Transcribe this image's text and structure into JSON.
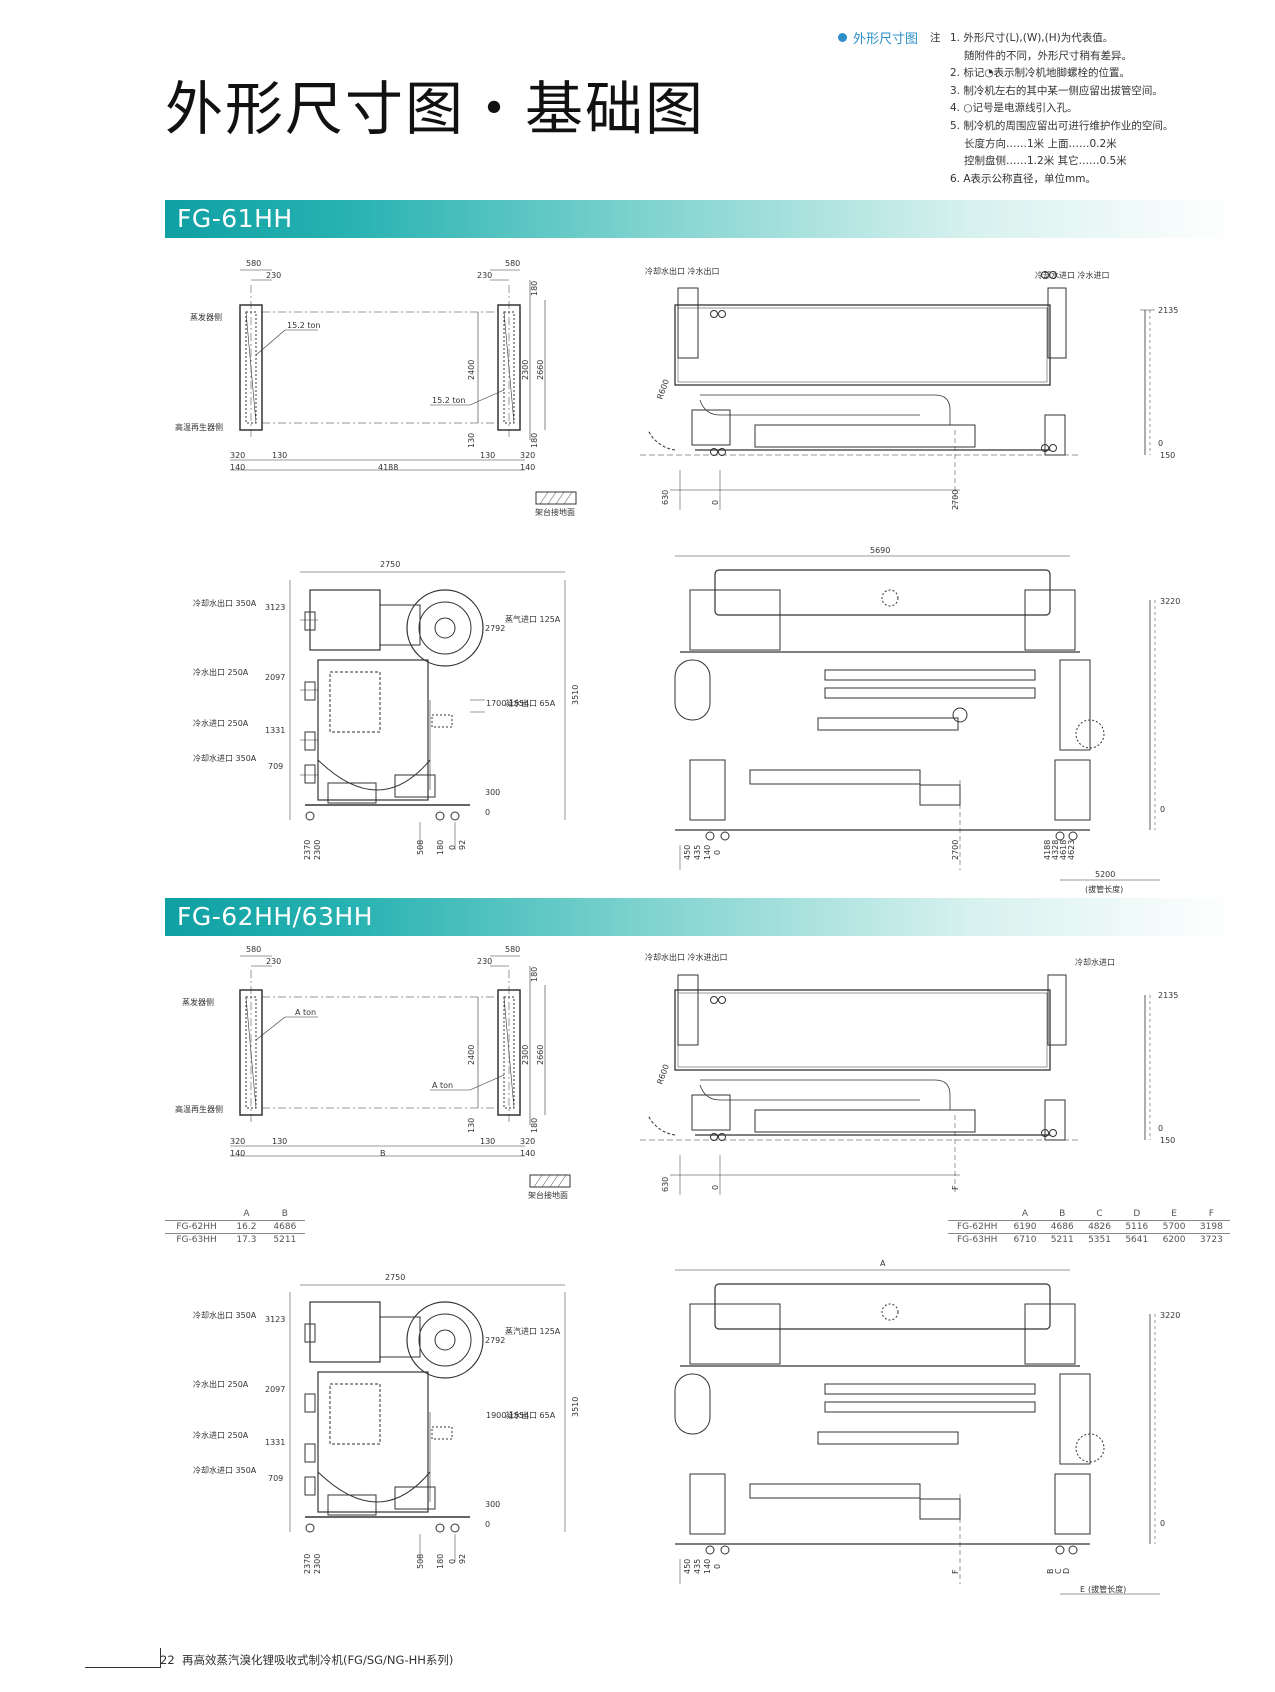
{
  "page_title": "外形尺寸图・基础图",
  "section_tag": "外形尺寸图",
  "notes": {
    "lead": "注",
    "lines": [
      "1. 外形尺寸(L),(W),(H)为代表值。",
      "随附件的不同，外形尺寸稍有差异。",
      "2. 标记◔表示制冷机地脚螺栓的位置。",
      "3. 制冷机左右的其中某一侧应留出拔管空间。",
      "4. ○记号是电源线引入孔。",
      "5. 制冷机的周围应留出可进行维护作业的空间。",
      "长度方向……1米    上面……0.2米",
      "控制盘侧……1.2米  其它……0.5米",
      "6. A表示公称直径，单位mm。"
    ]
  },
  "sections": [
    {
      "name": "FG-61HH",
      "foundation": {
        "dims_top": [
          "580",
          "230",
          "230",
          "580"
        ],
        "dims_right": [
          "180",
          "2400",
          "2300",
          "2660",
          "130",
          "180"
        ],
        "dims_bottom": [
          "320",
          "130",
          "130",
          "320",
          "140",
          "4188",
          "140"
        ],
        "load_left": "15.2 ton",
        "load_right": "15.2 ton",
        "label_top": "蒸发器侧",
        "label_bottom": "高温再生器侧",
        "legend": "架台接地面"
      },
      "top_view": {
        "labels": [
          "冷却水出口  冷水出口",
          "冷却水进口  冷水进口"
        ],
        "right_dims": [
          "2135",
          "0",
          "150"
        ],
        "bottom_dims": [
          "630",
          "0",
          "2700"
        ],
        "radius": "R600"
      },
      "front_view": {
        "width": "2750",
        "ports_left": [
          {
            "label": "冷却水出口 350A",
            "height": "3123"
          },
          {
            "label": "冷水出口  250A",
            "height": "2097"
          },
          {
            "label": "冷水进口  250A",
            "height": "1331"
          },
          {
            "label": "冷却水进口 350A",
            "height": "709"
          }
        ],
        "ports_right": [
          {
            "label": "蒸气进口 125A",
            "height": "2792"
          },
          {
            "label": "凝水出口 65A",
            "height": "1700 1554"
          }
        ],
        "other": [
          "300",
          "0",
          "3510"
        ],
        "bottom_dims": [
          "2370",
          "2300",
          "508",
          "180",
          "0",
          "92"
        ]
      },
      "side_view": {
        "length": "5690",
        "right_dims": [
          "3220",
          "0"
        ],
        "bottom_dims": [
          "450",
          "435",
          "140",
          "0",
          "2700",
          "4188",
          "4328",
          "4618",
          "4623"
        ],
        "pull_len": "5200",
        "pull_label": "(拔管长度)"
      }
    },
    {
      "name": "FG-62HH/63HH",
      "foundation": {
        "dims_top": [
          "580",
          "230",
          "230",
          "580"
        ],
        "dims_right": [
          "180",
          "2400",
          "2300",
          "2660",
          "130",
          "180"
        ],
        "dims_bottom": [
          "320",
          "130",
          "130",
          "320",
          "140",
          "B",
          "140"
        ],
        "load_left": "A ton",
        "load_right": "A ton",
        "label_top": "蒸发器侧",
        "label_bottom": "高温再生器侧",
        "legend": "架台接地面"
      },
      "table_ab": {
        "headers": [
          "",
          "A",
          "B"
        ],
        "rows": [
          [
            "FG-62HH",
            "16.2",
            "4686"
          ],
          [
            "FG-63HH",
            "17.3",
            "5211"
          ]
        ]
      },
      "table_af": {
        "headers": [
          "",
          "A",
          "B",
          "C",
          "D",
          "E",
          "F"
        ],
        "rows": [
          [
            "FG-62HH",
            "6190",
            "4686",
            "4826",
            "5116",
            "5700",
            "3198"
          ],
          [
            "FG-63HH",
            "6710",
            "5211",
            "5351",
            "5641",
            "6200",
            "3723"
          ]
        ]
      },
      "top_view": {
        "labels": [
          "冷却水出口  冷水进出口",
          "冷却水进口"
        ],
        "right_dims": [
          "2135",
          "0",
          "150"
        ],
        "bottom_dims": [
          "630",
          "0",
          "F"
        ],
        "radius": "R600"
      },
      "front_view": {
        "width": "2750",
        "ports_left": [
          {
            "label": "冷却水出口 350A",
            "height": "3123"
          },
          {
            "label": "冷水出口  250A",
            "height": "2097"
          },
          {
            "label": "冷水进口  250A",
            "height": "1331"
          },
          {
            "label": "冷却水进口 350A",
            "height": "709"
          }
        ],
        "ports_right": [
          {
            "label": "蒸汽进口 125A",
            "height": "2792"
          },
          {
            "label": "凝水出口 65A",
            "height": "1900 1554"
          }
        ],
        "other": [
          "300",
          "0",
          "3510"
        ],
        "bottom_dims": [
          "2370",
          "2300",
          "508",
          "180",
          "0",
          "92"
        ]
      },
      "side_view": {
        "length": "A",
        "right_dims": [
          "3220",
          "0"
        ],
        "bottom_dims": [
          "450",
          "435",
          "140",
          "0",
          "F",
          "B",
          "C",
          "D"
        ],
        "pull_len": "E",
        "pull_label": "(拔管长度)"
      }
    }
  ],
  "footer": {
    "page": "22",
    "text": "再高效蒸汽溴化锂吸收式制冷机(FG/SG/NG-HH系列)"
  }
}
